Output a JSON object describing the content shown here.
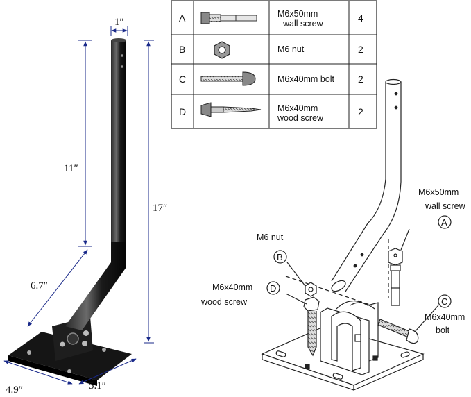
{
  "dimensions": {
    "width_top": "1″",
    "upper_height": "11″",
    "total_height": "17″",
    "arm_length": "6.7″",
    "base_depth": "4.9″",
    "base_width": "5.1″"
  },
  "parts_table": {
    "rows": [
      {
        "letter": "A",
        "name_line1": "M6x50mm",
        "name_line2": "wall screw",
        "qty": "4",
        "icon": "wall-screw-icon"
      },
      {
        "letter": "B",
        "name_line1": "M6 nut",
        "name_line2": "",
        "qty": "2",
        "icon": "hex-nut-icon"
      },
      {
        "letter": "C",
        "name_line1": "M6x40mm bolt",
        "name_line2": "",
        "qty": "2",
        "icon": "carriage-bolt-icon"
      },
      {
        "letter": "D",
        "name_line1": "M6x40mm",
        "name_line2": "wood screw",
        "qty": "2",
        "icon": "wood-screw-icon"
      }
    ]
  },
  "callouts": {
    "wall_screw": {
      "letter": "A",
      "line1": "M6x50mm",
      "line2": "wall screw"
    },
    "nut": {
      "letter": "B",
      "line1": "M6 nut"
    },
    "bolt": {
      "letter": "C",
      "line1": "M6x40mm",
      "line2": "bolt"
    },
    "wood_screw": {
      "letter": "D",
      "line1": "M6x40mm",
      "line2": "wood screw"
    }
  },
  "colors": {
    "dimension_line": "#1a2a8a",
    "mast": "#111111",
    "outline": "#222222"
  }
}
